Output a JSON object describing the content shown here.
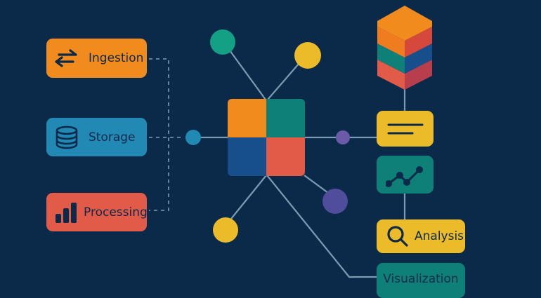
{
  "colors": {
    "background": "#0b2a4a",
    "connector": "#7c9bb3",
    "orange": "#f28b1e",
    "blue": "#2189b4",
    "red": "#e25a48",
    "teal": "#0f8078",
    "green": "#13a085",
    "yellow": "#ecbb2a",
    "purple": "#4f4d9c",
    "navy": "#174e8c",
    "text_dark": "#0b2a4a"
  },
  "left_nodes": [
    {
      "label": "Ingestion",
      "icon": "arrows-exchange-icon"
    },
    {
      "label": "Storage",
      "icon": "database-icon"
    },
    {
      "label": "Processing",
      "icon": "bar-chart-icon"
    }
  ],
  "right_nodes": {
    "stack_icon": "layered-cube-icon",
    "document_icon": "text-lines-icon",
    "chart_icon": "line-chart-icon",
    "analysis": {
      "label": "Analysis",
      "icon": "magnifier-icon"
    },
    "visualization": {
      "label": "Visualization"
    }
  },
  "hub": {
    "icon": "four-square-grid-icon"
  }
}
